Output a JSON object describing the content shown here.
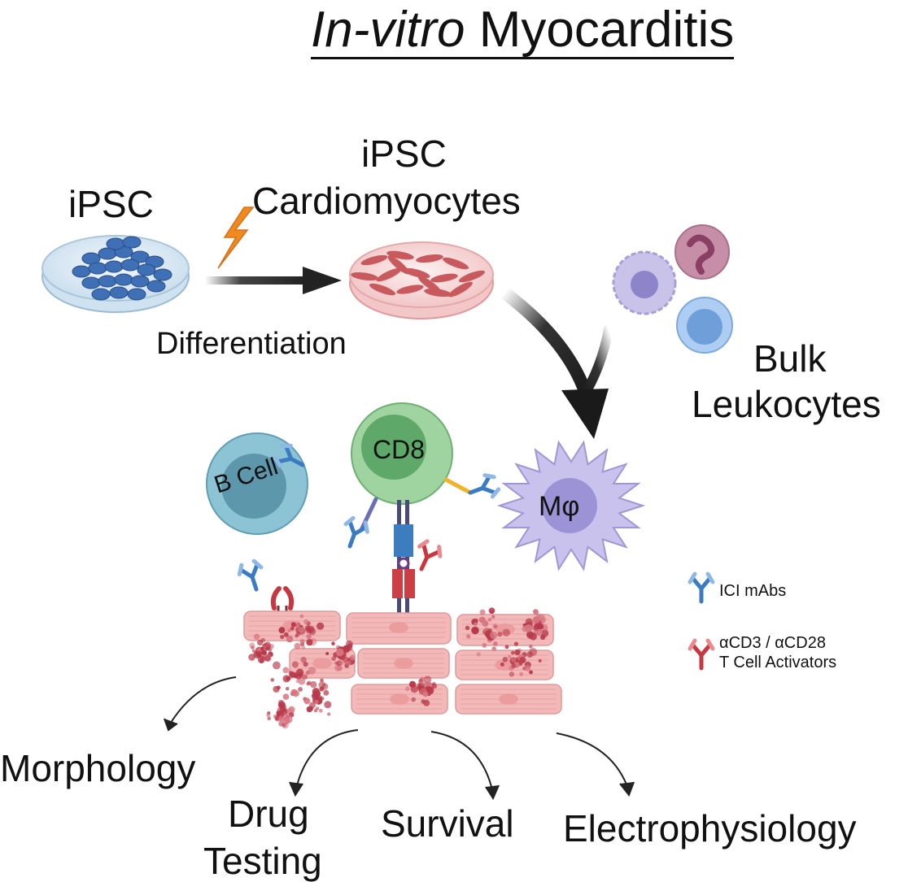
{
  "title": {
    "italic": "In-vitro",
    "rest": " Myocarditis"
  },
  "labels": {
    "ipsc": "iPSC",
    "ipsc_cm_line1": "iPSC",
    "ipsc_cm_line2": "Cardiomyocytes",
    "differentiation": "Differentiation",
    "bulk": "Bulk",
    "leukocytes": "Leukocytes",
    "b_cell": "B Cell",
    "cd8": "CD8",
    "macrophage": "Mφ"
  },
  "legend": {
    "ici": "ICI mAbs",
    "activators_line1": "αCD3 / αCD28",
    "activators_line2": "T Cell Activators"
  },
  "outcomes": {
    "morphology": "Morphology",
    "drug_line1": "Drug",
    "drug_line2": "Testing",
    "survival": "Survival",
    "electrophysiology": "Electrophysiology"
  },
  "colors": {
    "ipsc_dish": "#dbe9f3",
    "ipsc_cells": "#3f6fb5",
    "cm_dish": "#f7d5d5",
    "cm_cells": "#c85a5e",
    "lightning": "#f08a1e",
    "b_cell": "#8cc4d6",
    "cd8": "#9fd4a0",
    "macrophage": "#c8c2ec",
    "ici_antibody": "#3b7bc4",
    "activator_antibody": "#d1444a",
    "tissue": "#f2b9b8",
    "damage": "#b73a4a"
  }
}
